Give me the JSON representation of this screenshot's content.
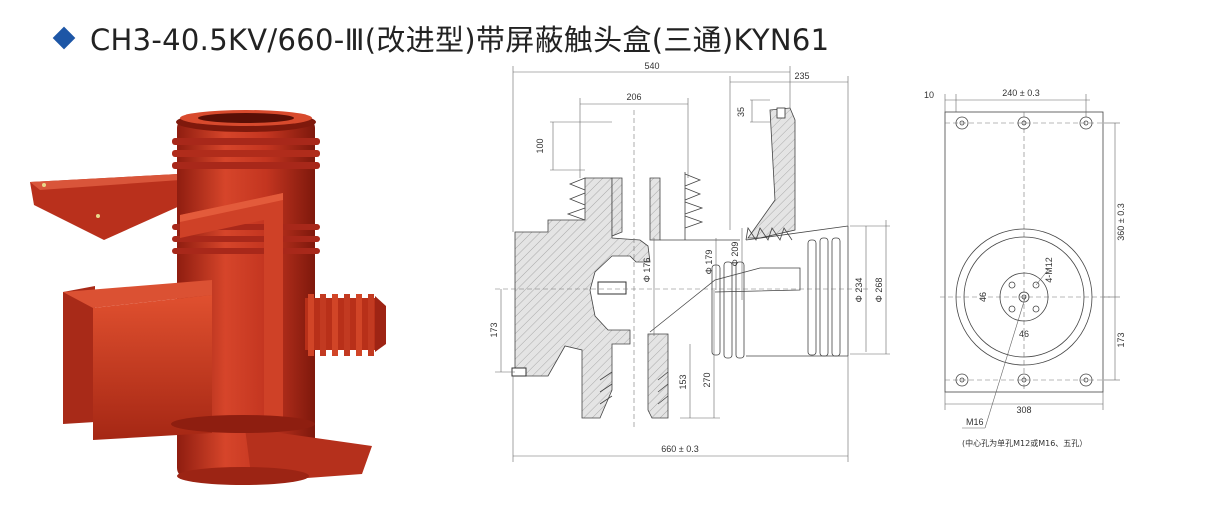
{
  "title": "CH3-40.5KV/660-Ⅲ(改进型)带屏蔽触头盒(三通)KYN61",
  "colors": {
    "bullet": "#1d56a6",
    "product": "#c8351f",
    "hatch": "#d8d8d8"
  },
  "side_view": {
    "dims": {
      "overall_top": "540",
      "right_top": "235",
      "neck_width": "206",
      "neck_height": "100",
      "lug_height": "35",
      "d176": "Φ 176",
      "d179": "Φ 179",
      "d209": "Φ 209",
      "d234": "Φ 234",
      "d268": "Φ 268",
      "left_173": "173",
      "h153": "153",
      "h270": "270",
      "overall_bottom": "660 ± 0.3"
    }
  },
  "front_view": {
    "dims": {
      "offset": "10",
      "top_width": "240 ± 0.3",
      "right_upper": "360 ± 0.3",
      "right_lower": "173",
      "bottom_width": "308",
      "holes": "4-M12",
      "pitch_v": "46",
      "pitch_h": "46",
      "center_thread": "M16"
    },
    "note": "(中心孔为单孔M12或M16、五孔）"
  }
}
